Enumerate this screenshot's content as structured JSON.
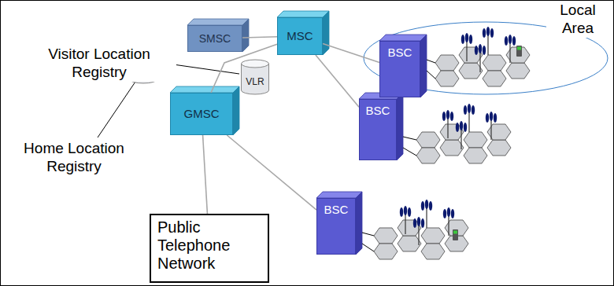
{
  "diagram": {
    "nodes": [
      {
        "text": [
          "SMSC"
        ]
      },
      {
        "text": [
          "MSC"
        ]
      },
      {
        "text": [
          "BSC"
        ]
      },
      {
        "text": [
          "HLR"
        ]
      },
      {
        "text": [
          "VLR"
        ]
      },
      {
        "text": [
          "GMSC"
        ]
      },
      {
        "text": [
          "BSC"
        ]
      },
      {
        "text": [
          "BSC"
        ]
      },
      {
        "text": [
          "Public Telephone Network"
        ]
      }
    ],
    "edges": [
      {
        "from": 0,
        "to": 1,
        "arrow": "none"
      },
      {
        "from": 1,
        "to": 2,
        "arrow": "none"
      },
      {
        "from": 5,
        "to": 1,
        "arrow": "none"
      },
      {
        "from": 1,
        "to": 6,
        "arrow": "none"
      },
      {
        "from": 5,
        "to": 7,
        "arrow": "none"
      },
      {
        "from": 5,
        "to": 8,
        "arrow": "none"
      }
    ],
    "labels": [
      "Visitor Location Registry",
      "Home Location Registry",
      "Local Area"
    ]
  }
}
